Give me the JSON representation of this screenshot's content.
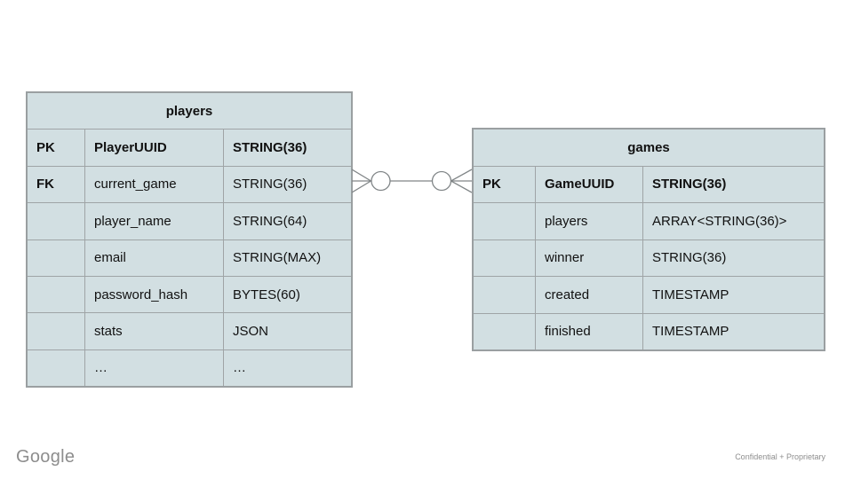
{
  "slide": {
    "background": "#ffffff"
  },
  "colors": {
    "table_fill": "#d2dfe2",
    "table_border": "#9a9fa1",
    "connector_stroke": "#808587",
    "text": "#111111",
    "footer_gray": "#8d8d8d"
  },
  "tables": {
    "players": {
      "title": "players",
      "rows": [
        {
          "key": "PK",
          "name": "PlayerUUID",
          "type": "STRING(36)"
        },
        {
          "key": "FK",
          "name": "current_game",
          "type": "STRING(36)"
        },
        {
          "key": "",
          "name": "player_name",
          "type": "STRING(64)"
        },
        {
          "key": "",
          "name": "email",
          "type": "STRING(MAX)"
        },
        {
          "key": "",
          "name": "password_hash",
          "type": "BYTES(60)"
        },
        {
          "key": "",
          "name": "stats",
          "type": "JSON"
        },
        {
          "key": "",
          "name": "…",
          "type": "…"
        }
      ]
    },
    "games": {
      "title": "games",
      "rows": [
        {
          "key": "PK",
          "name": "GameUUID",
          "type": "STRING(36)"
        },
        {
          "key": "",
          "name": "players",
          "type": "ARRAY<STRING(36)>"
        },
        {
          "key": "",
          "name": "winner",
          "type": "STRING(36)"
        },
        {
          "key": "",
          "name": "created",
          "type": "TIMESTAMP"
        },
        {
          "key": "",
          "name": "finished",
          "type": "TIMESTAMP"
        }
      ]
    }
  },
  "relationship": {
    "from_table": "players",
    "to_table": "games",
    "left_cardinality": "zero-or-many",
    "right_cardinality": "zero-or-many",
    "notation": "crow-foot-with-circle-both-ends"
  },
  "footer": {
    "logo": "Google",
    "confidential": "Confidential + Proprietary"
  }
}
